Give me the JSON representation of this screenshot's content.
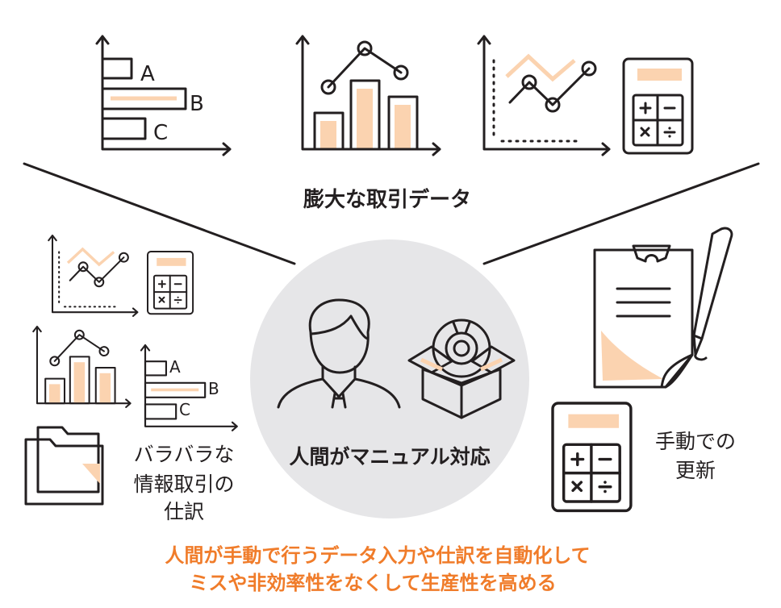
{
  "title_top": "膨大な取引データ",
  "center_label": "人間がマニュアル対応",
  "left_caption": [
    "バラバラな",
    "情報取引の",
    "仕訳"
  ],
  "right_caption": [
    "手動での",
    "更新"
  ],
  "bar_labels": [
    "A",
    "B",
    "C"
  ],
  "calc_keys": [
    "+",
    "−",
    "×",
    "÷"
  ],
  "bottom_message": [
    "人間が手動で行うデータ入力や仕訳を自動化して",
    "ミスや非効率性をなくして生産性を高める"
  ],
  "colors": {
    "accent": "#f07c2a",
    "peach": "#fbd3b0",
    "circle": "#e6e6e8",
    "ink": "#231f20"
  }
}
